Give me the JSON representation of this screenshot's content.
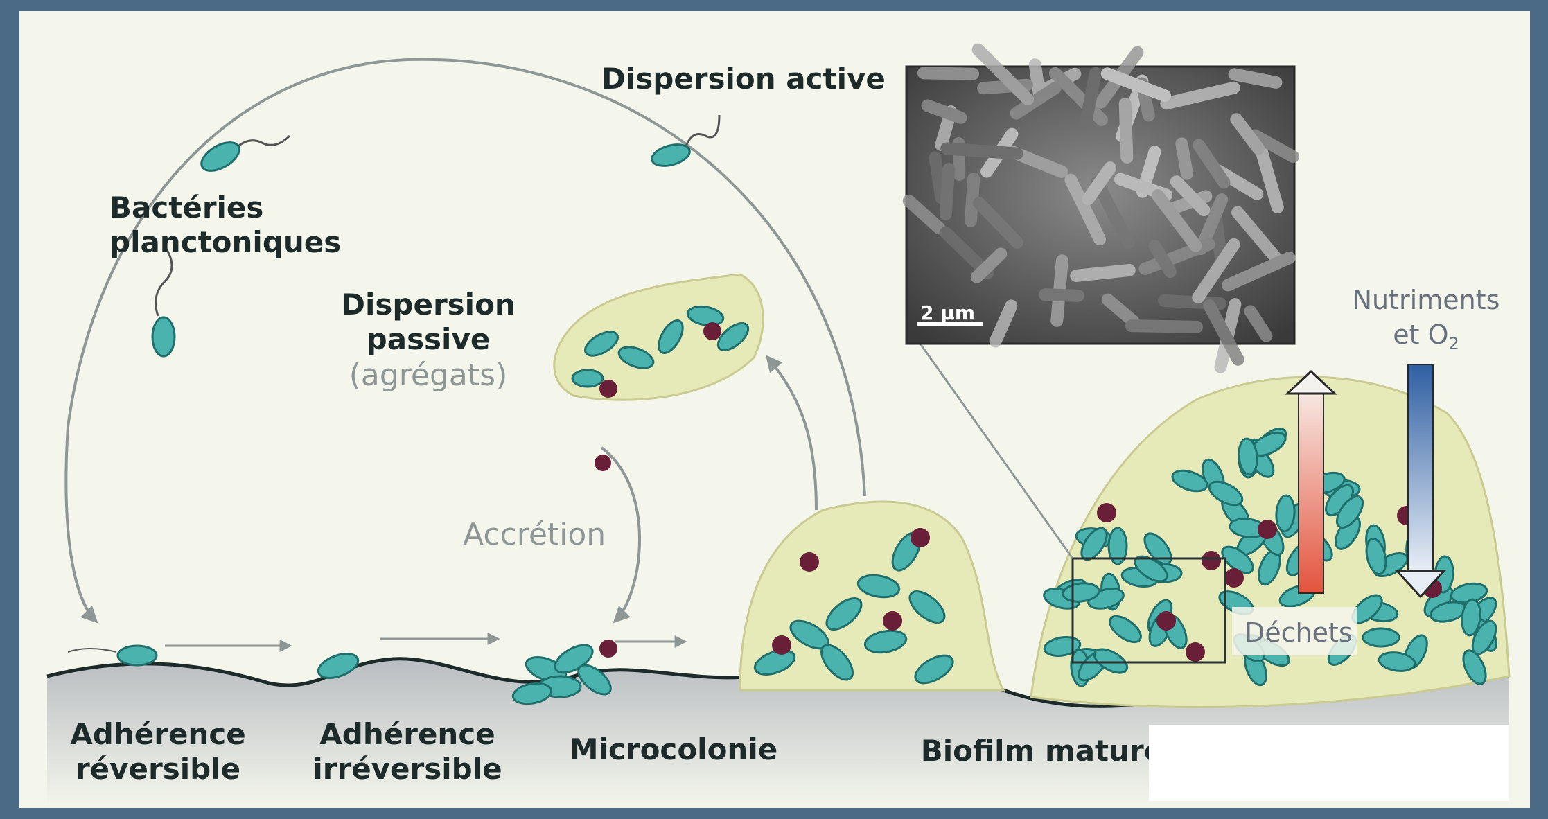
{
  "labels": {
    "dispersion_active": "Dispersion active",
    "bacteries_line1": "Bactéries",
    "bacteries_line2": "planctoniques",
    "dispersion_passive_line1": "Dispersion",
    "dispersion_passive_line2": "passive",
    "dispersion_passive_line3": "(agrégats)",
    "accretion": "Accrétion",
    "nutriments_line1": "Nutriments",
    "nutriments_line2": "et O",
    "nutriments_sub": "2",
    "dechets": "Déchets",
    "scale_bar": "2 µm",
    "adherence_rev_line1": "Adhérence",
    "adherence_rev_line2": "réversible",
    "adherence_irr_line1": "Adhérence",
    "adherence_irr_line2": "irréversible",
    "microcolonie": "Microcolonie",
    "biofilm_mature": "Biofilm mature"
  },
  "colors": {
    "background_frame": "#4a6a86",
    "panel": "#f4f6ec",
    "bacterium": "#4ab3ae",
    "bacterium_outline": "#1f6f6c",
    "dead_cell": "#6a1f38",
    "matrix": "#e6e9b8",
    "surface": "#c9cccf",
    "waste_arrow": "#e3533d",
    "nutrient_arrow": "#3a6aa8",
    "arc": "#8e9696"
  }
}
